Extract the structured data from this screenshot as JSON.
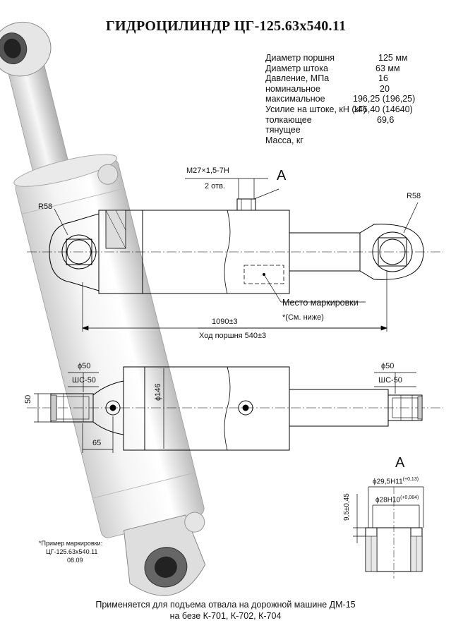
{
  "title": "ГИДРОЦИЛИНДР ЦГ-125.63х540.11",
  "specs": [
    {
      "label": "Диаметр поршня",
      "value": "125 мм"
    },
    {
      "label": "Диаметр штока",
      "value": "63 мм"
    },
    {
      "label": "Давление, МПа",
      "value": ""
    },
    {
      "label": "номинальное",
      "value": "16"
    },
    {
      "label": "максимальное",
      "value": "20"
    },
    {
      "label": "Усилие на штоке, кН (кГ)",
      "value": ""
    },
    {
      "label": "толкающее",
      "value": "196,25 (196,25)"
    },
    {
      "label": "тянущее",
      "value": "146,40 (14640)"
    },
    {
      "label": "Масса, кг",
      "value": "69,6"
    }
  ],
  "dims": {
    "thread": "M27×1,5-7H",
    "holes": "2 отв.",
    "view_a": "A",
    "r_left": "R58",
    "r_right": "R58",
    "marking_place": "Место маркировки",
    "see_below": "*(См. ниже)",
    "length": "1090±3",
    "stroke": "Ход поршня 540±3",
    "phi50_left": "ϕ50",
    "sh50_left": "ШС-50",
    "phi50_right": "ϕ50",
    "sh50_right": "ШС-50",
    "dim_50": "50",
    "dim_65": "65",
    "phi146": "ϕ146",
    "a_phi295": "ϕ29,5Н11",
    "a_phi295_tol": "(+0,13)",
    "a_phi28": "ϕ28Н10",
    "a_phi28_tol": "(+0,084)",
    "a_depth": "9,5±0,45"
  },
  "note": {
    "title": "*Пример маркировки:",
    "line1": "ЦГ-125.63х540.11",
    "line2": "08.09"
  },
  "footer": {
    "line1": "Применяется для подъема отвала на дорожной машине ДМ-15",
    "line2": "на безе К-701, К-702, К-704"
  }
}
